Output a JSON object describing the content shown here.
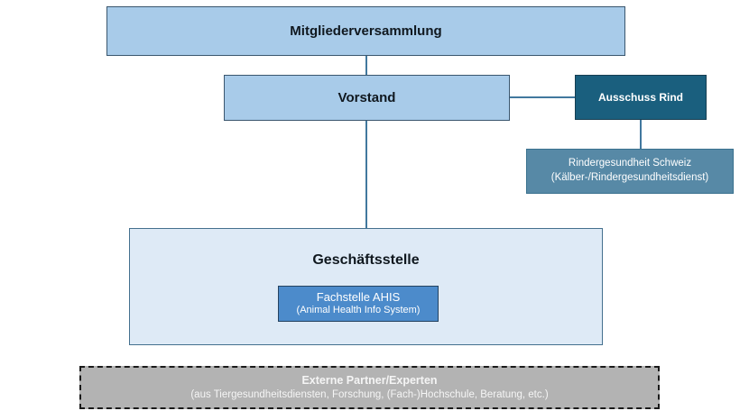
{
  "nodes": {
    "mitgliederversammlung": {
      "label": "Mitgliederversammlung"
    },
    "vorstand": {
      "label": "Vorstand"
    },
    "ausschuss_rind": {
      "label": "Ausschuss Rind"
    },
    "rindergesundheit_schweiz": {
      "line1": "Rindergesundheit Schweiz",
      "line2": "(Kälber-/Rindergesundheitsdienst)"
    },
    "geschaeftsstelle": {
      "label": "Geschäftsstelle"
    },
    "fachstelle_ahis": {
      "line1": "Fachstelle AHIS",
      "line2": "(Animal Health Info System)"
    },
    "externe_partner": {
      "line1": "Externe Partner/Experten",
      "line2": "(aus Tiergesundheitsdiensten, Forschung, (Fach-)Hochschule, Beratung, etc.)"
    }
  },
  "edges": [
    {
      "from": "mitgliederversammlung",
      "to": "vorstand"
    },
    {
      "from": "vorstand",
      "to": "ausschuss_rind"
    },
    {
      "from": "ausschuss_rind",
      "to": "rindergesundheit_schweiz"
    },
    {
      "from": "vorstand",
      "to": "geschaeftsstelle"
    }
  ],
  "colors": {
    "light_blue_fill": "#A8CBE9",
    "light_blue_border": "#3A566E",
    "dark_teal_fill": "#1A5F7E",
    "dark_teal_border": "#163E52",
    "steel_blue_fill": "#5789A6",
    "steel_blue_border": "#3A718E",
    "pale_blue_fill": "#DEEAF6",
    "pale_blue_border": "#44708E",
    "medium_blue_fill": "#4C8BCB",
    "medium_blue_border": "#24425F",
    "gray_fill": "#B3B3B3",
    "gray_border": "#1A1A1A",
    "connector": "#41789E"
  }
}
